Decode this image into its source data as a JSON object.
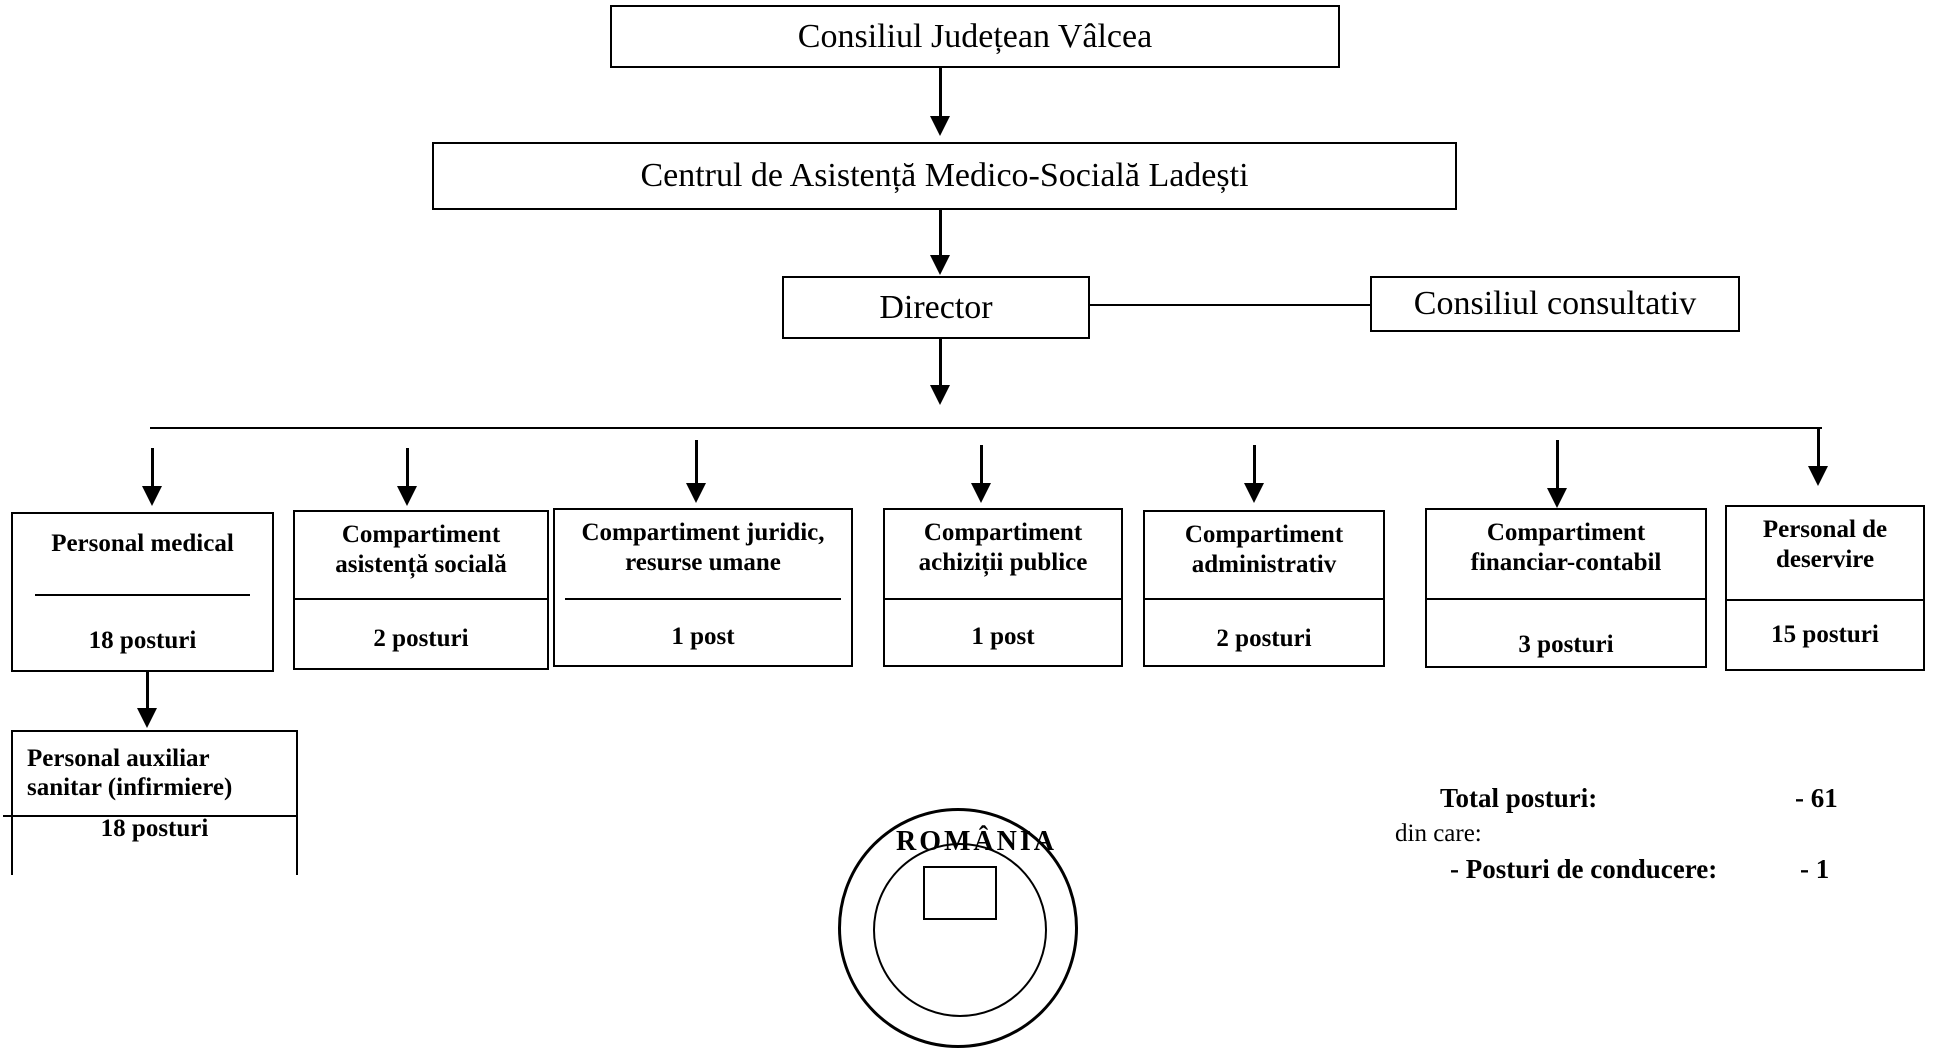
{
  "org": {
    "council": "Consiliul Județean Vâlcea",
    "center": "Centrul de Asistență Medico-Socială Ladești",
    "director": "Director",
    "advisory": "Consiliul consultativ"
  },
  "departments": [
    {
      "name": "Personal medical",
      "posts": "18 posturi"
    },
    {
      "name": "Compartiment asistență socială",
      "posts": "2 posturi"
    },
    {
      "name": "Compartiment juridic, resurse umane",
      "posts": "1 post"
    },
    {
      "name": "Compartiment achiziții publice",
      "posts": "1 post"
    },
    {
      "name": "Compartiment administrativ",
      "posts": "2 posturi"
    },
    {
      "name": "Compartiment financiar-contabil",
      "posts": "3 posturi"
    },
    {
      "name": "Personal de deservire",
      "posts": "15 posturi"
    }
  ],
  "auxiliary": {
    "name": "Personal auxiliar sanitar (infirmiere)",
    "posts": "18 posturi"
  },
  "totals": {
    "total_label": "Total posturi:",
    "total_value": "- 61",
    "of_which": "din care:",
    "leadership_label": "- Posturi de conducere:",
    "leadership_value": "- 1"
  },
  "stamp": {
    "text": "ROMÂNIA"
  }
}
